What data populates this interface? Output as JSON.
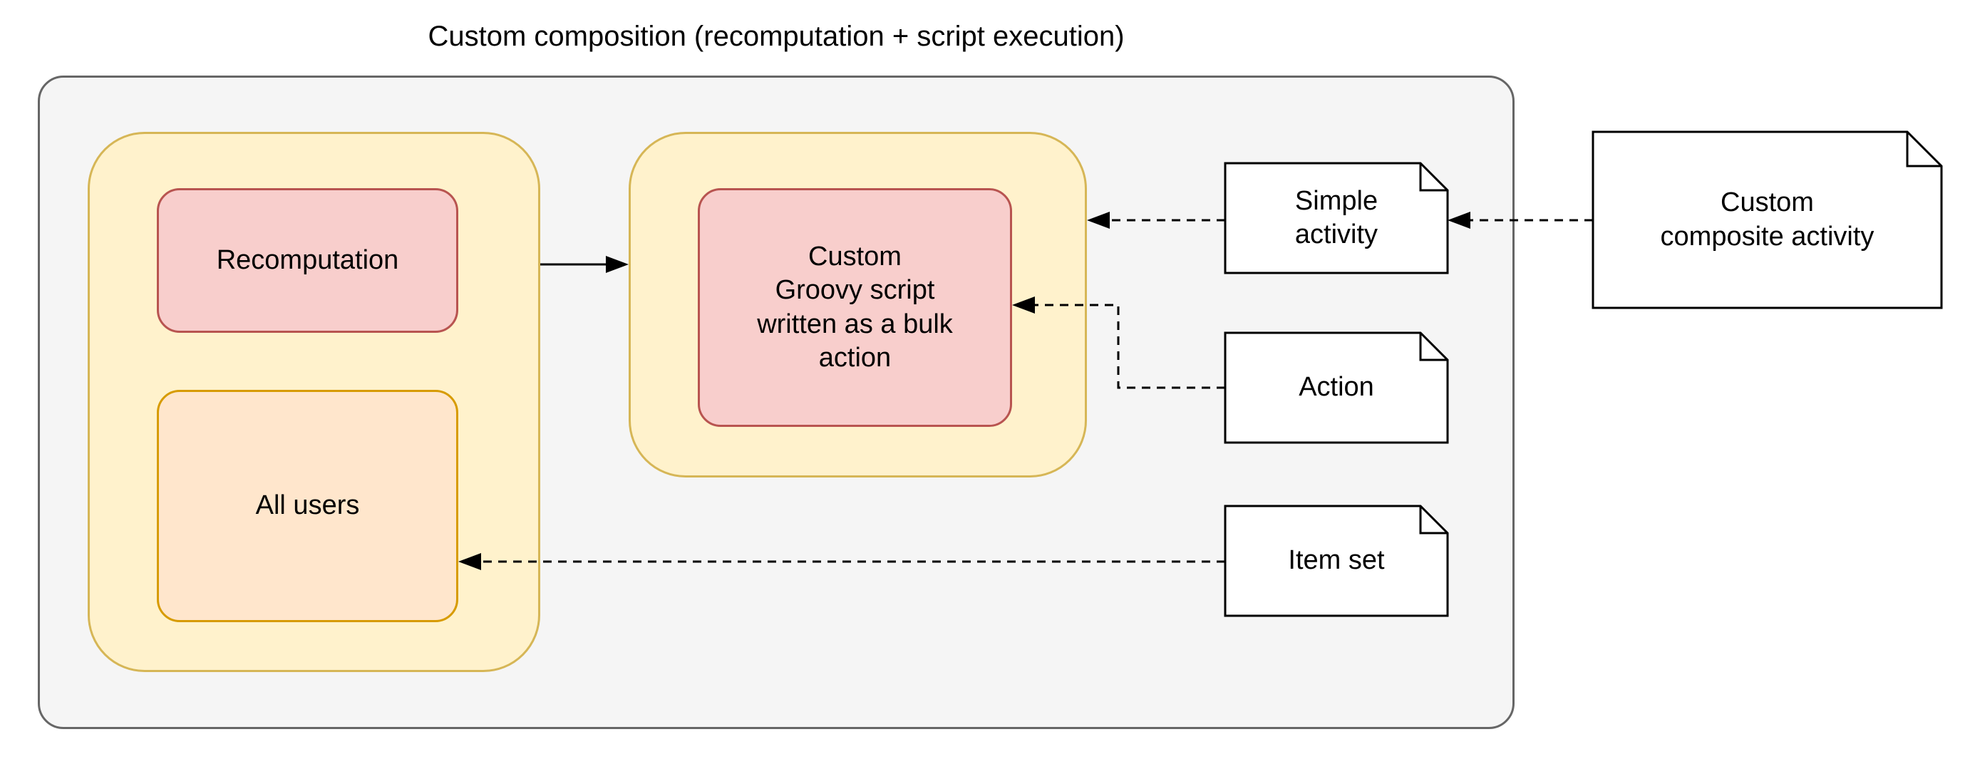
{
  "diagram": {
    "title": "Custom composition (recomputation + script execution)",
    "nodes": {
      "recomputation": {
        "label": "Recomputation"
      },
      "all_users": {
        "label": "All users"
      },
      "groovy_script": {
        "label": "Custom\nGroovy script\nwritten as a bulk\naction"
      },
      "simple_activity": {
        "label": "Simple\nactivity"
      },
      "action": {
        "label": "Action"
      },
      "item_set": {
        "label": "Item set"
      },
      "custom_composite_activity": {
        "label": "Custom\ncomposite activity"
      }
    },
    "edges": [
      {
        "from": "recomputation_group",
        "to": "script_group",
        "style": "solid-arrow"
      },
      {
        "from": "simple_activity",
        "to": "script_group",
        "style": "dashed-arrow"
      },
      {
        "from": "action",
        "to": "groovy_script",
        "style": "dashed-arrow"
      },
      {
        "from": "item_set",
        "to": "all_users",
        "style": "dashed-arrow"
      },
      {
        "from": "custom_composite_activity",
        "to": "simple_activity",
        "style": "dashed-arrow"
      }
    ],
    "colors": {
      "container_fill": "#f5f5f5",
      "container_stroke": "#666666",
      "group_fill": "#fff2cc",
      "group_stroke": "#d6b656",
      "highlight_fill": "#f8cecc",
      "highlight_stroke": "#b85450",
      "users_fill": "#ffe6cc",
      "users_stroke": "#d79b00",
      "note_fill": "#ffffff",
      "note_stroke": "#000000",
      "arrow": "#000000"
    }
  }
}
